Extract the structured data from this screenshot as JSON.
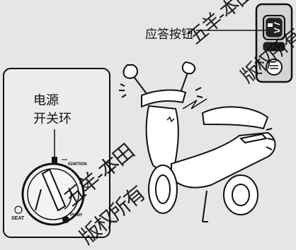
{
  "callouts": {
    "answer_button": "应答按钮",
    "power_switch_line1": "电源",
    "power_switch_line2": "开关环"
  },
  "dial_labels": {
    "ignition": "IGNITION",
    "seat": "SEAT",
    "push": "PUSH"
  },
  "watermarks": {
    "line1": "五羊-本田",
    "line2": "版权所有"
  }
}
